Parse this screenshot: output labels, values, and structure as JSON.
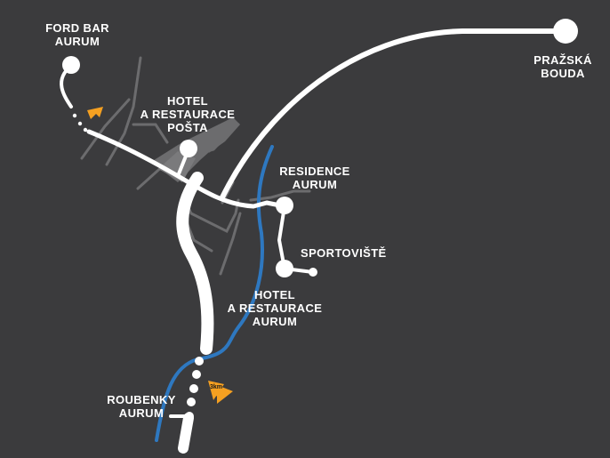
{
  "places": [
    {
      "id": "ford-bar-aurum",
      "lines": [
        "FORD BAR",
        "AURUM"
      ]
    },
    {
      "id": "prazska-bouda",
      "lines": [
        "PRAŽSKÁ",
        "BOUDA"
      ]
    },
    {
      "id": "hotel-posta",
      "lines": [
        "HOTEL",
        "A RESTAURACE",
        "POŠTA"
      ]
    },
    {
      "id": "residence-aurum",
      "lines": [
        "RESIDENCE",
        "AURUM"
      ]
    },
    {
      "id": "sportoviste",
      "lines": [
        "SPORTOVIŠTĚ"
      ]
    },
    {
      "id": "hotel-aurum",
      "lines": [
        "HOTEL",
        "A RESTAURACE",
        "AURUM"
      ]
    },
    {
      "id": "roubenky-aurum",
      "lines": [
        "ROUBENKY",
        "AURUM"
      ]
    }
  ],
  "distance_marker": "3km",
  "colors": {
    "background": "#3b3b3d",
    "road": "#ffffff",
    "minor_road": "#6c6c6e",
    "river": "#2e78c0",
    "arrow": "#f5a021"
  },
  "icons": {
    "direction_arrow": "orange-arrow-icon",
    "location_dot": "white-circle-icon"
  }
}
